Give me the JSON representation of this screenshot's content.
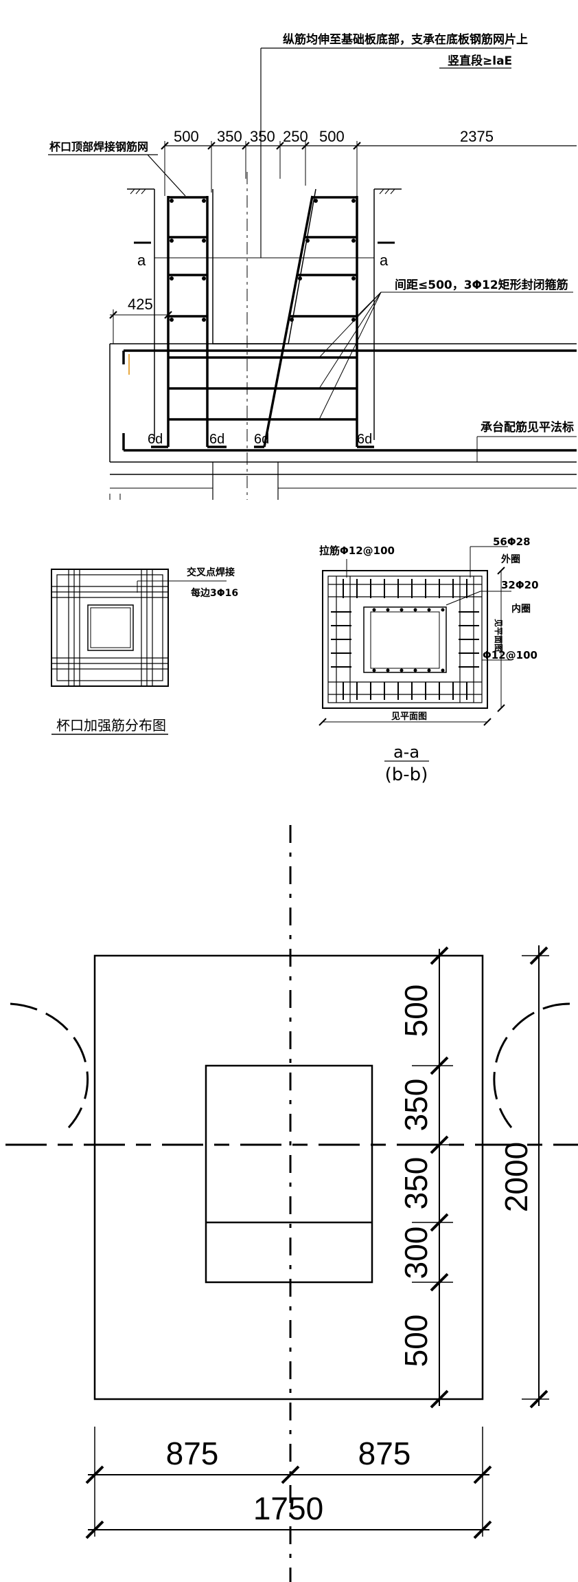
{
  "section_view": {
    "note_top_line1": "纵筋均伸至基础板底部，支承在底板钢筋网片上",
    "note_top_line2": "竖直段≥laE",
    "label_cup_top_mesh": "杯口顶部焊接钢筋网",
    "dims_top": [
      "500",
      "350",
      "350",
      "250",
      "500",
      "2375"
    ],
    "dim_left": "425",
    "section_mark_left": "a",
    "section_mark_right": "a",
    "note_stirrups": "间距≤500，3Φ12矩形封闭箍筋",
    "note_cap": "承台配筋见平法标",
    "anchor_labels": [
      "6d",
      "6d",
      "6d",
      "6d"
    ]
  },
  "reinforcement_plan": {
    "note_line1": "交叉点焊接",
    "note_line2": "每边3Φ16",
    "title": "杯口加强筋分布图"
  },
  "section_aa": {
    "label_tie": "拉筋Φ12@100",
    "label_outer_bars": "56Φ28",
    "label_outer": "外圈",
    "label_inner_bars": "32Φ20",
    "label_inner": "内圈",
    "label_right_dim": "见平面图",
    "label_stirrup": "Φ12@100",
    "label_bottom_dim": "见平面图",
    "title_line1": "a-a",
    "title_line2": "(b-b)"
  },
  "plan_view": {
    "dims_vertical": [
      "500",
      "350",
      "350",
      "300",
      "500"
    ],
    "dim_total_vertical": "2000",
    "dims_horizontal": [
      "875",
      "875"
    ],
    "dim_total_horizontal": "1750"
  }
}
